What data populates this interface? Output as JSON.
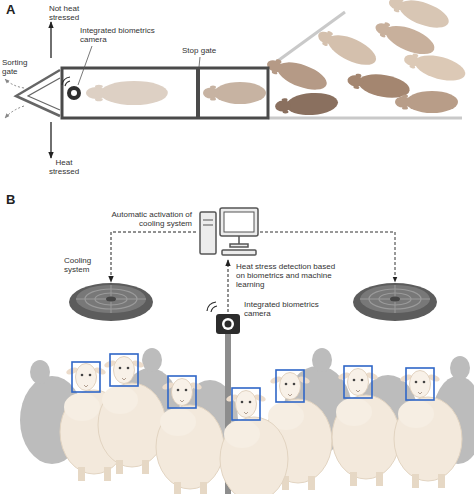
{
  "diagram": {
    "nodes": [
      {
        "text": [
          "Not heat stressed"
        ]
      },
      {
        "text": [
          "Integrated biometrics camera"
        ]
      },
      {
        "text": [
          "Sorting gate"
        ]
      },
      {
        "text": [
          "Heat stressed"
        ]
      },
      {
        "text": [
          "Heat stress detection based on biometrics and machine learning"
        ]
      },
      {
        "text": [
          "Cooling system"
        ]
      },
      {
        "text": [
          "Integrated biometrics camera"
        ]
      }
    ],
    "edges": [
      {
        "from": 2,
        "to": 0,
        "arrow": "to"
      },
      {
        "from": 2,
        "to": 3,
        "arrow": "to"
      },
      {
        "from": 4,
        "to": 5,
        "label": "Automatic activation of cooling system",
        "arrow": "to"
      },
      {
        "from": 6,
        "to": 4,
        "arrow": "to"
      }
    ],
    "labels": [
      "A",
      "Stop gate",
      "B"
    ]
  }
}
